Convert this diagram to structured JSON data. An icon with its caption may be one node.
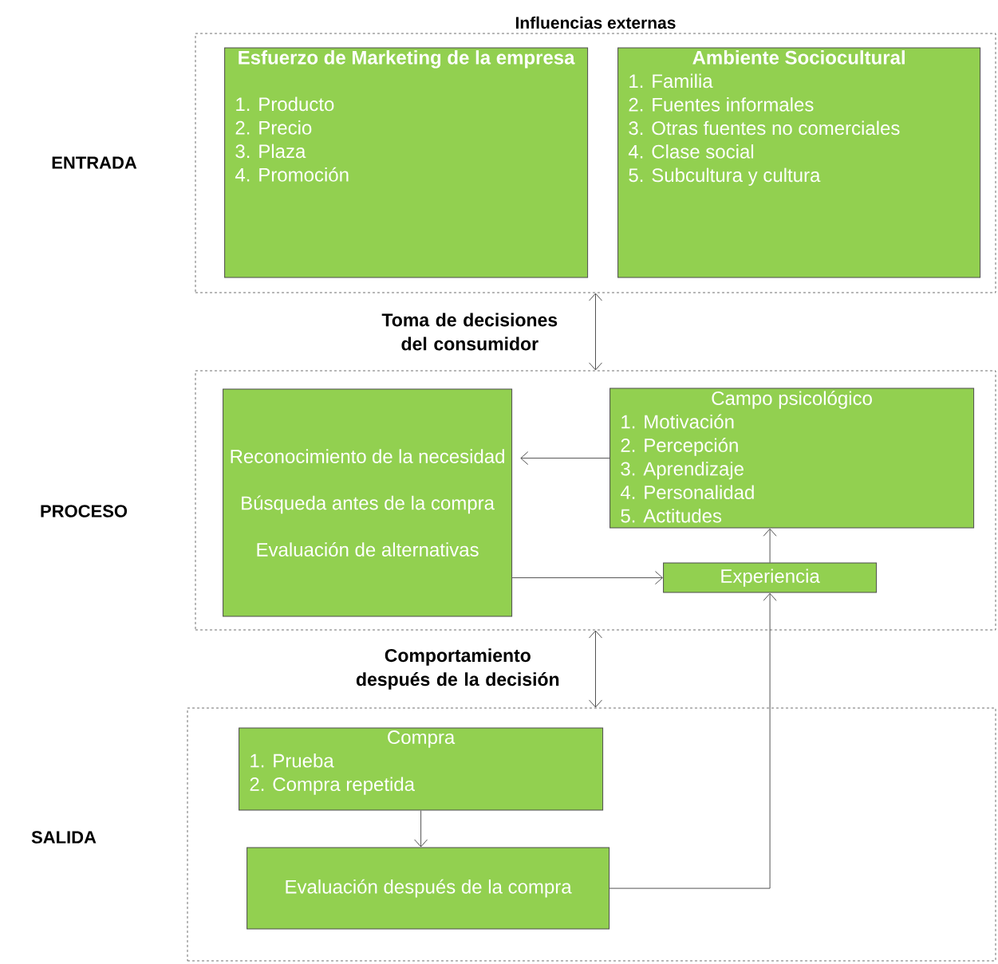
{
  "diagram": {
    "nodes": [
      {
        "text": [
          "Influencias externas"
        ]
      },
      {
        "text": [
          "Esfuerzo de Marketing de la empresa",
          "1. Producto",
          "2. Precio",
          "3. Plaza",
          "4. Promoción"
        ],
        "in": 0
      },
      {
        "text": [
          "Ambiente Sociocultural",
          "1. Familia",
          "2. Fuentes informales",
          "3. Otras fuentes no comerciales",
          "4. Clase social",
          "5. Subcultura y cultura"
        ],
        "in": 0
      },
      {
        "text": [],
        "shape": "box"
      },
      {
        "text": [
          "Reconocimiento de la necesidad",
          "Búsqueda antes de la compra",
          "Evaluación de alternativas"
        ],
        "in": 3
      },
      {
        "text": [
          "Campo psicológico",
          "1. Motivación",
          "2. Percepción",
          "3. Aprendizaje",
          "4. Personalidad",
          "5. Actitudes"
        ],
        "in": 3
      },
      {
        "text": [
          "Experiencia"
        ],
        "in": 3
      },
      {
        "text": [],
        "shape": "box"
      },
      {
        "text": [
          "Compra",
          "1. Prueba",
          "2. Compra repetida"
        ],
        "in": 7
      },
      {
        "text": [
          "Evaluación después de la compra"
        ],
        "in": 7
      }
    ],
    "edges": [
      {
        "from": 0,
        "to": 3,
        "arrow": "both",
        "label": "Toma de decisiones del consumidor"
      },
      {
        "from": 3,
        "to": 7,
        "arrow": "both",
        "label": "Comportamiento después de la decisión"
      },
      {
        "from": 5,
        "to": 4,
        "arrow": "to"
      },
      {
        "from": 4,
        "to": 6,
        "arrow": "to"
      },
      {
        "from": 6,
        "to": 5,
        "arrow": "to"
      },
      {
        "from": 8,
        "to": 9,
        "arrow": "to"
      },
      {
        "from": 9,
        "to": 6,
        "arrow": "to"
      }
    ],
    "labels": [
      "ENTRADA",
      "PROCESO",
      "SALIDA"
    ]
  }
}
